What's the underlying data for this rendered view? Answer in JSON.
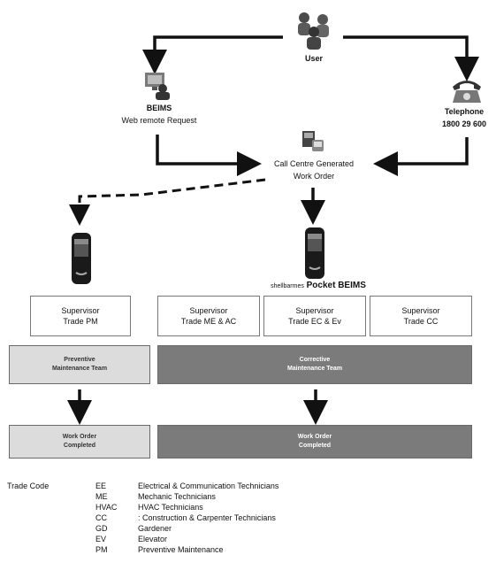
{
  "nodes": {
    "user": "User",
    "beims_title": "BEIMS",
    "beims_sub": "Web remote Request",
    "telephone_title": "Telephone",
    "telephone_number": "1800 29 600",
    "call_centre_line1": "Call Centre Generated",
    "call_centre_line2": "Work Order",
    "pocket_prefix": "shellbarmes",
    "pocket_title": "Pocket BEIMS"
  },
  "supervisors": [
    {
      "line1": "Supervisor",
      "line2": "Trade PM"
    },
    {
      "line1": "Supervisor",
      "line2": "Trade ME & AC"
    },
    {
      "line1": "Supervisor",
      "line2": "Trade EC & Ev"
    },
    {
      "line1": "Supervisor",
      "line2": "Trade CC"
    }
  ],
  "teams": {
    "preventive": {
      "line1": "Preventive",
      "line2": "Maintenance Team"
    },
    "corrective": {
      "line1": "Corrective",
      "line2": "Maintenance Team"
    }
  },
  "completed": {
    "left": {
      "line1": "Work Order",
      "line2": "Completed"
    },
    "right": {
      "line1": "Work Order",
      "line2": "Completed"
    }
  },
  "legend": {
    "title": "Trade Code",
    "items": [
      {
        "code": "EE",
        "desc": "Electrical & Communication Technicians"
      },
      {
        "code": "ME",
        "desc": "Mechanic Technicians"
      },
      {
        "code": "HVAC",
        "desc": "HVAC Technicians"
      },
      {
        "code": "CC",
        "desc": ": Construction & Carpenter Technicians"
      },
      {
        "code": "GD",
        "desc": "Gardener"
      },
      {
        "code": "EV",
        "desc": "Elevator"
      },
      {
        "code": "PM",
        "desc": "Preventive Maintenance"
      }
    ]
  },
  "colors": {
    "arrow": "#111111",
    "dark_box": "#7b7b7b",
    "light_box": "#dcdcdc"
  }
}
